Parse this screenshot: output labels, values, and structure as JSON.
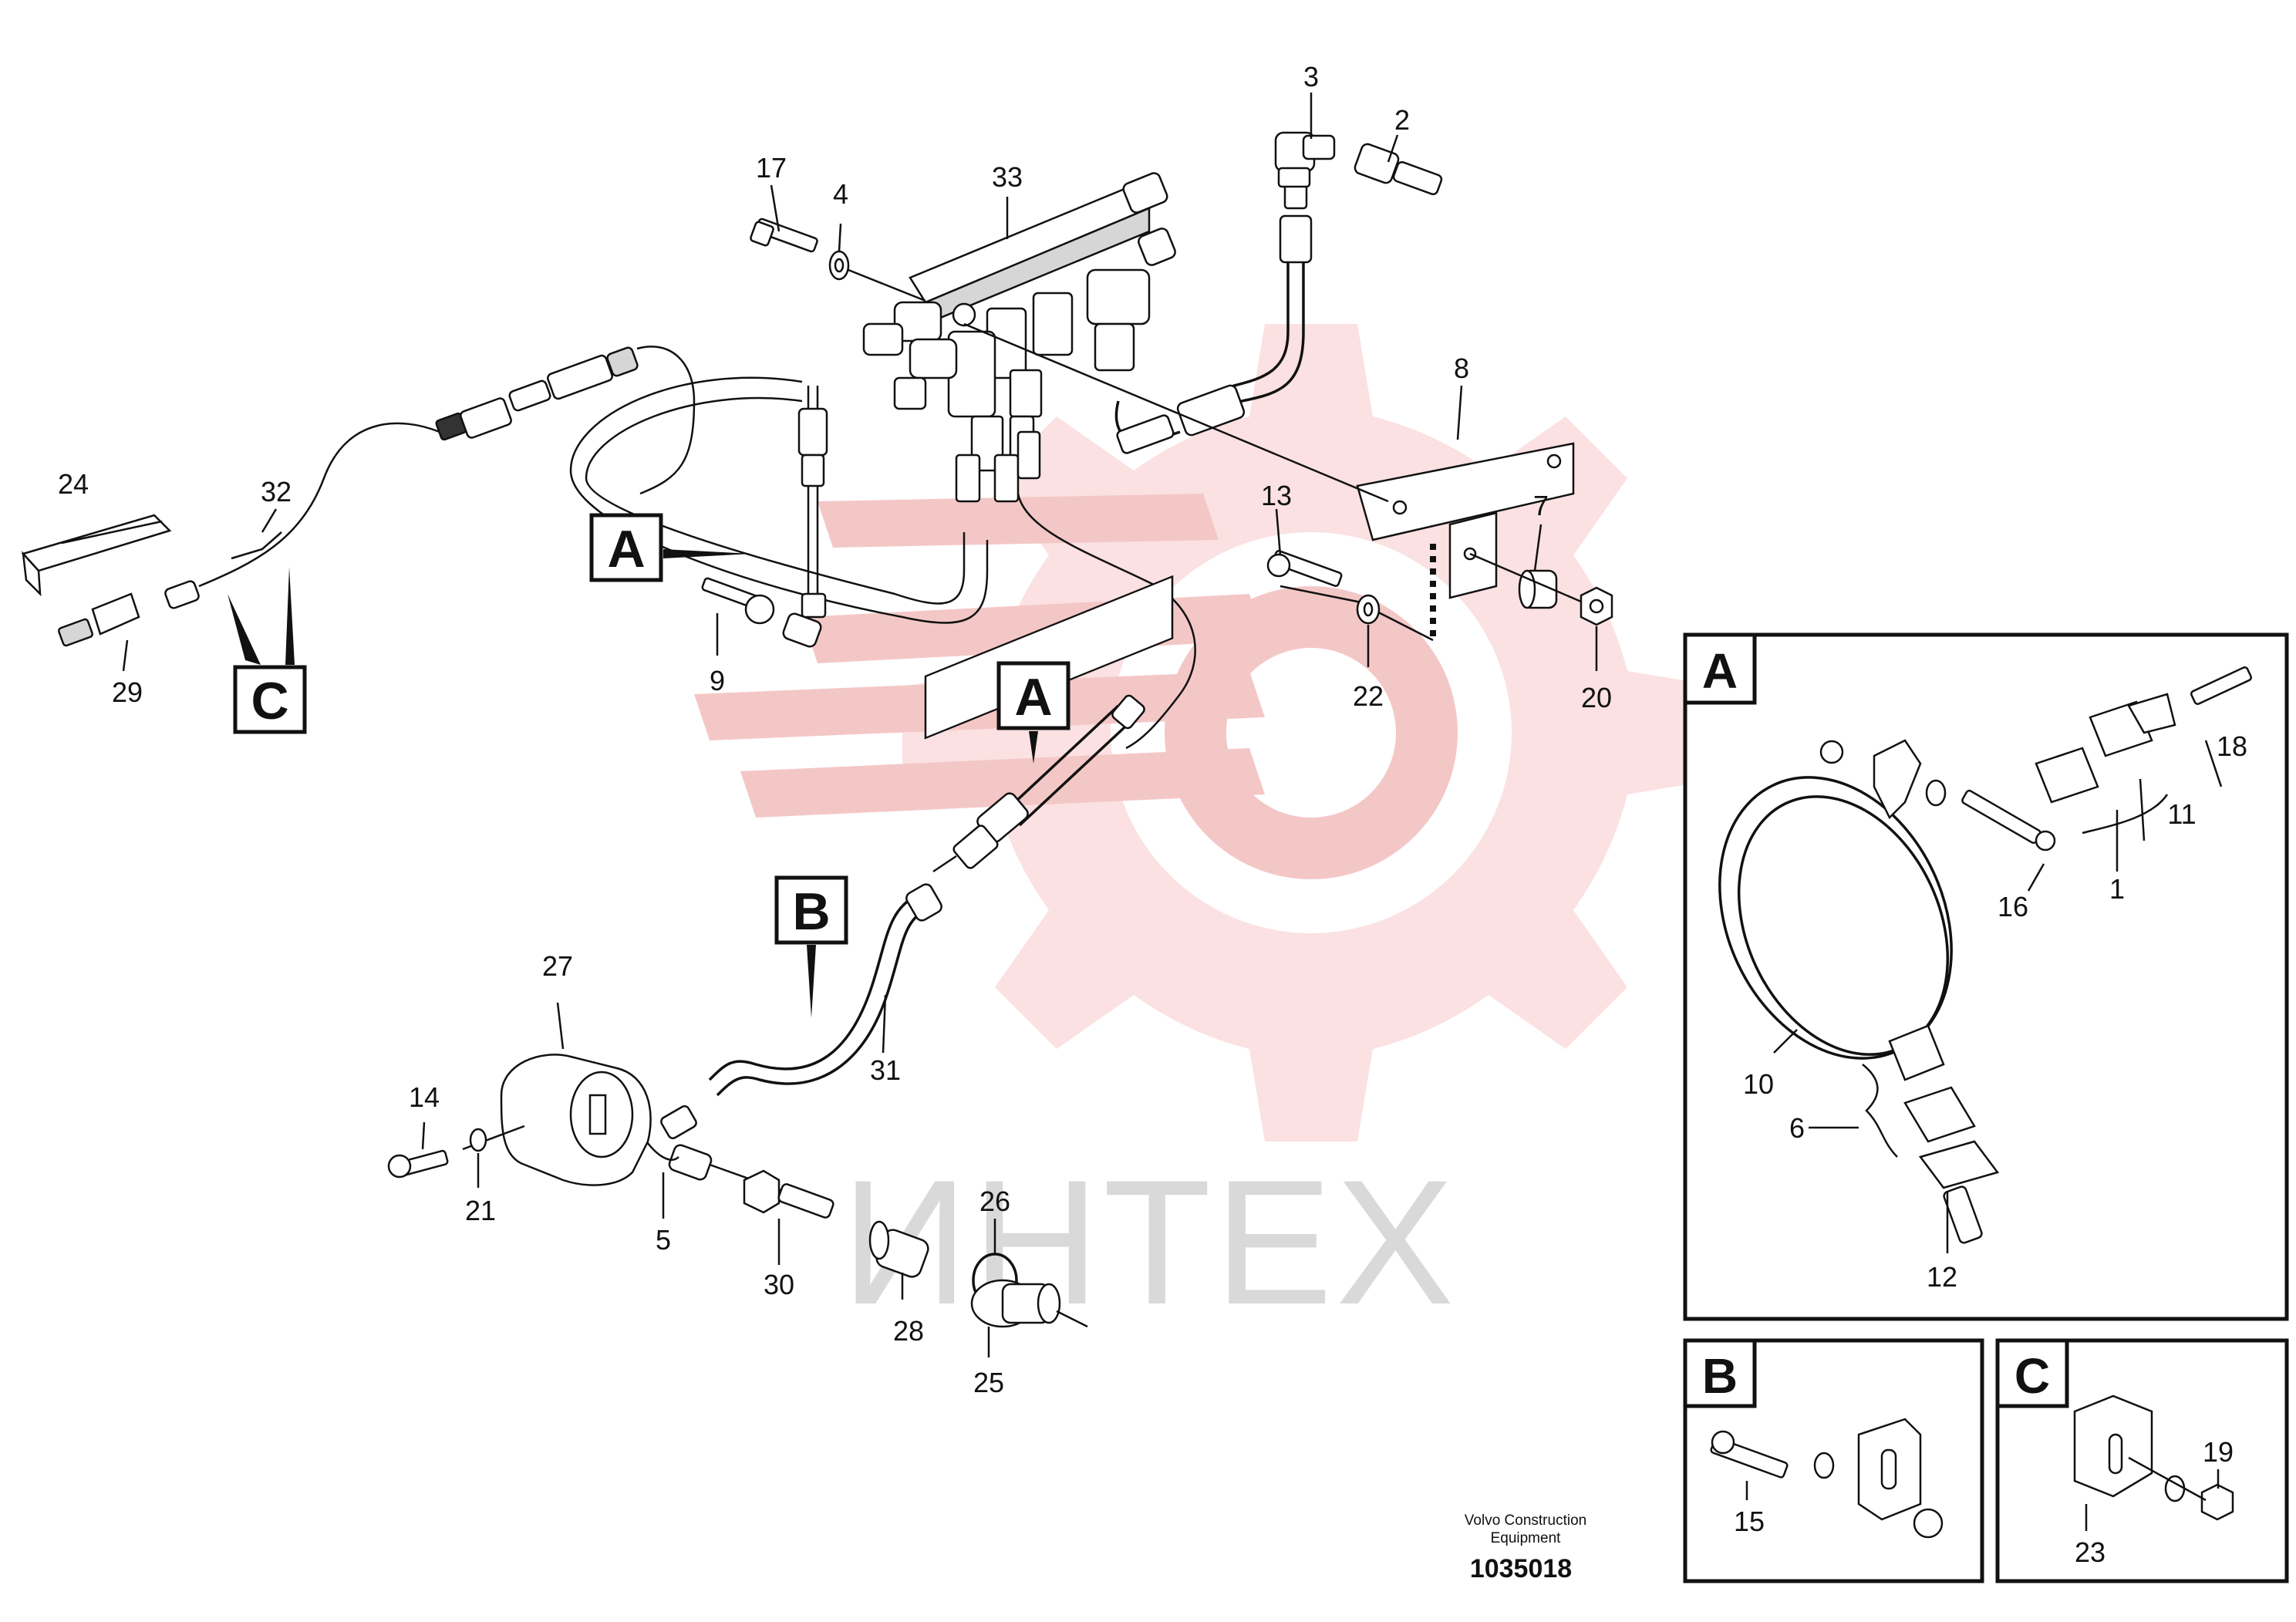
{
  "watermark": {
    "text": "ИНТЕХ",
    "color": "#f4c7c7"
  },
  "part_labels": {
    "p1": "1",
    "p2": "2",
    "p3": "3",
    "p4": "4",
    "p5": "5",
    "p6": "6",
    "p7": "7",
    "p8": "8",
    "p9": "9",
    "p10": "10",
    "p11": "11",
    "p12": "12",
    "p13": "13",
    "p14": "14",
    "p15": "15",
    "p16": "16",
    "p17": "17",
    "p18": "18",
    "p19": "19",
    "p20": "20",
    "p21": "21",
    "p22": "22",
    "p23": "23",
    "p24": "24",
    "p25": "25",
    "p26": "26",
    "p27": "27",
    "p28": "28",
    "p29": "29",
    "p30": "30",
    "p31": "31",
    "p32": "32",
    "p33": "33"
  },
  "callouts": {
    "a": "A",
    "b": "B",
    "c": "C"
  },
  "detail_panels": {
    "a": "A",
    "b": "B",
    "c": "C"
  },
  "footer": {
    "line1": "Volvo Construction",
    "line2": "Equipment",
    "drawing_number": "1035018"
  }
}
